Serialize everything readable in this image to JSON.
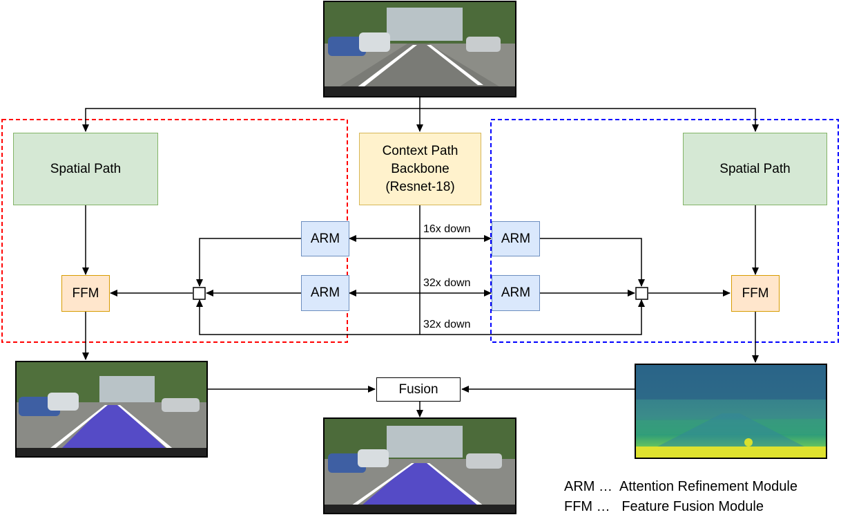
{
  "nodes": {
    "spatial_left": "Spatial Path",
    "spatial_right": "Spatial Path",
    "context_line1": "Context Path",
    "context_line2": "Backbone",
    "context_line3": "(Resnet-18)",
    "arm": "ARM",
    "ffm": "FFM",
    "fusion": "Fusion"
  },
  "edge_labels": {
    "down16": "16x down",
    "down32a": "32x down",
    "down32b": "32x down"
  },
  "legend": {
    "arm": "ARM …  Attention Refinement Module",
    "ffm": "FFM …   Feature Fusion Module"
  },
  "colors": {
    "spatial_fill": "#d5e8d4",
    "context_fill": "#fff2cc",
    "arm_fill": "#dae8fc",
    "ffm_fill": "#ffe6cc",
    "left_group_border": "#ff0000",
    "right_group_border": "#0000ff",
    "segmentation_overlay": "#4b3fd1"
  }
}
